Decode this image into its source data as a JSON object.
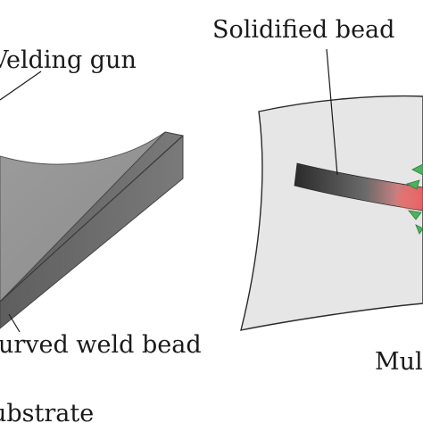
{
  "labels": {
    "welding_gun": "Velding gun",
    "curved_weld_bead": "urved weld bead",
    "substrate": "ubstrate",
    "solidified_bead": "Solidified bead",
    "multi": "Mul"
  },
  "colors": {
    "substrate_top": "#9a9a9a",
    "substrate_side": "#6e6e6e",
    "panel_fill": "#e6e6e6",
    "bead_dark": "#2b2b2b",
    "bead_hot": "#e66a6a",
    "arrow_green": "#49b25a",
    "line": "#1a1a1a"
  }
}
